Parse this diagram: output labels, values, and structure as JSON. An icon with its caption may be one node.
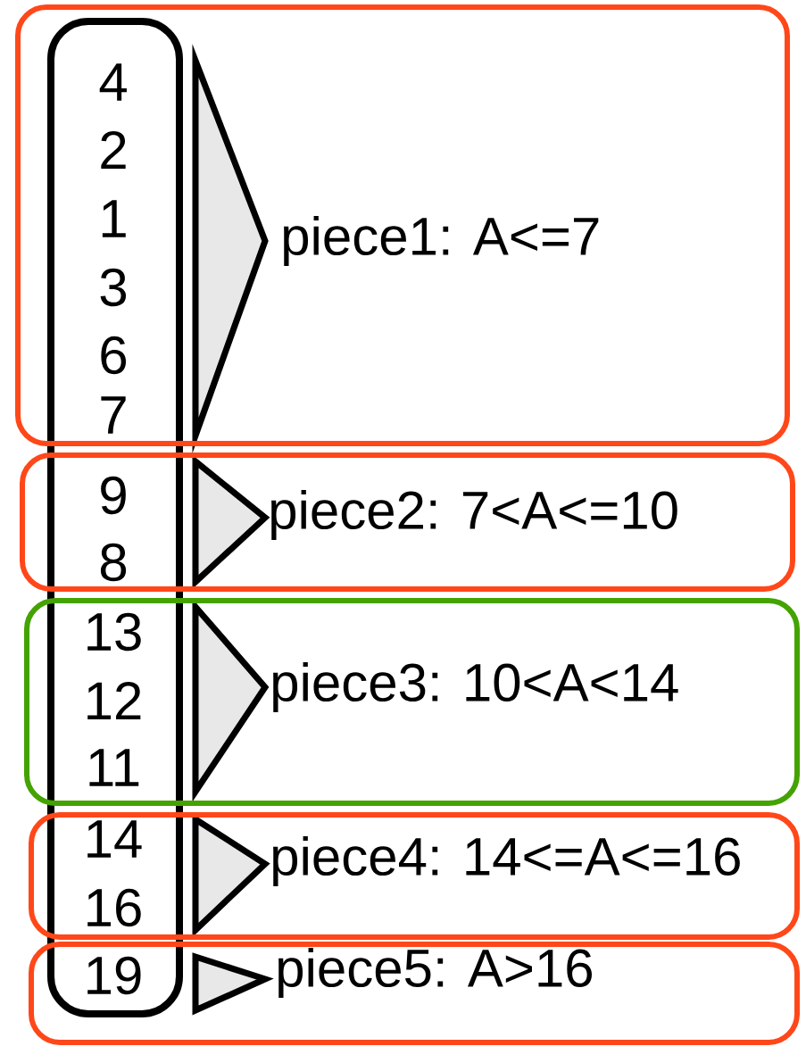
{
  "diagram": {
    "nodes": [
      {
        "text": [],
        "shape": "box"
      },
      {
        "text": [
          "4"
        ]
      },
      {
        "text": [
          "2"
        ]
      },
      {
        "text": [
          "1"
        ]
      },
      {
        "text": [
          "3"
        ]
      },
      {
        "text": [
          "6"
        ]
      },
      {
        "text": [
          "7"
        ]
      },
      {
        "text": [
          "9"
        ]
      },
      {
        "text": [
          "8"
        ]
      },
      {
        "text": [
          "13"
        ]
      },
      {
        "text": [
          "12"
        ]
      },
      {
        "text": [
          "11"
        ]
      },
      {
        "text": [
          "14"
        ]
      },
      {
        "text": [
          "16"
        ]
      },
      {
        "text": [
          "19"
        ]
      },
      {
        "text": [
          "piece1: A<=7"
        ]
      },
      {
        "text": [
          "piece2: 7<A<=10"
        ]
      },
      {
        "text": [
          "piece3: 10<A<14"
        ]
      },
      {
        "text": [
          "piece4: 14<=A<=16"
        ]
      },
      {
        "text": [
          "piece5: A>16"
        ]
      },
      {
        "text": [],
        "shape": "triangle",
        "in": 15
      },
      {
        "text": [],
        "shape": "triangle",
        "in": 16
      },
      {
        "text": [],
        "shape": "triangle",
        "in": 17
      },
      {
        "text": [],
        "shape": "triangle",
        "in": 18
      },
      {
        "text": [],
        "shape": "triangle",
        "in": 19
      }
    ]
  }
}
